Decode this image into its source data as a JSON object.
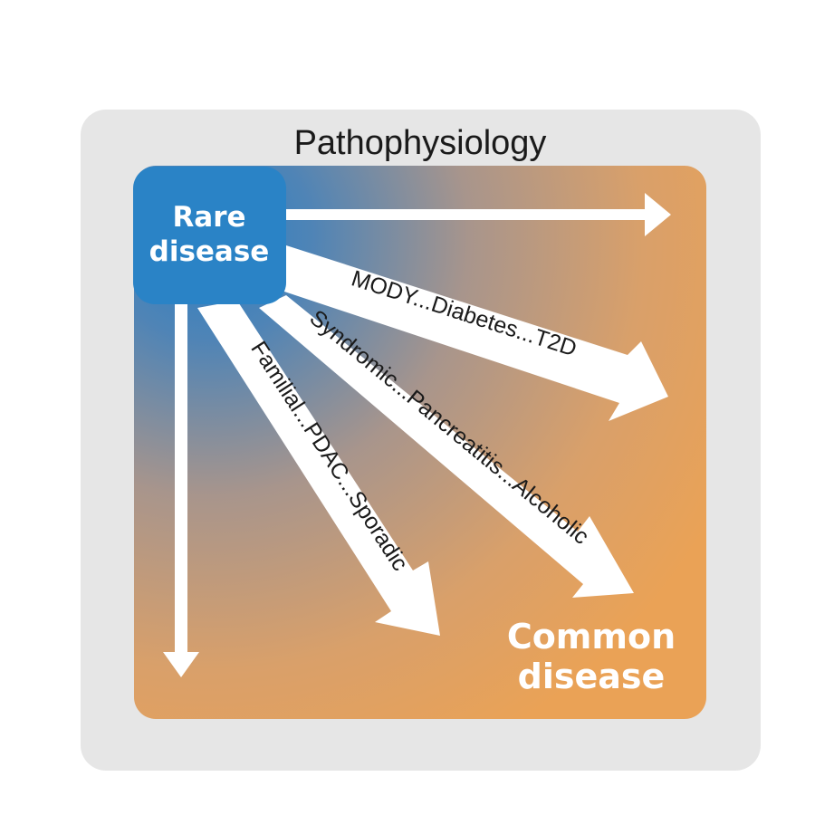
{
  "title": "Pathophysiology",
  "rare_disease": {
    "line1": "Rare",
    "line2": "disease"
  },
  "common_disease": {
    "line1": "Common",
    "line2": "disease"
  },
  "arrows": [
    {
      "id": "arrow-mody",
      "label": "MODY...Diabetes...T2D"
    },
    {
      "id": "arrow-syndromic",
      "label": "Syndromic...Pancreatitis...Alcoholic"
    },
    {
      "id": "arrow-familial",
      "label": "Familial...PDAC...Sporadic"
    }
  ],
  "colors": {
    "outer_panel": "#e6e6e6",
    "gradient_blue": "#2a7fc4",
    "gradient_orange": "#e9a25a",
    "rare_box": "#2a83c6",
    "arrow_fill": "#ffffff"
  }
}
